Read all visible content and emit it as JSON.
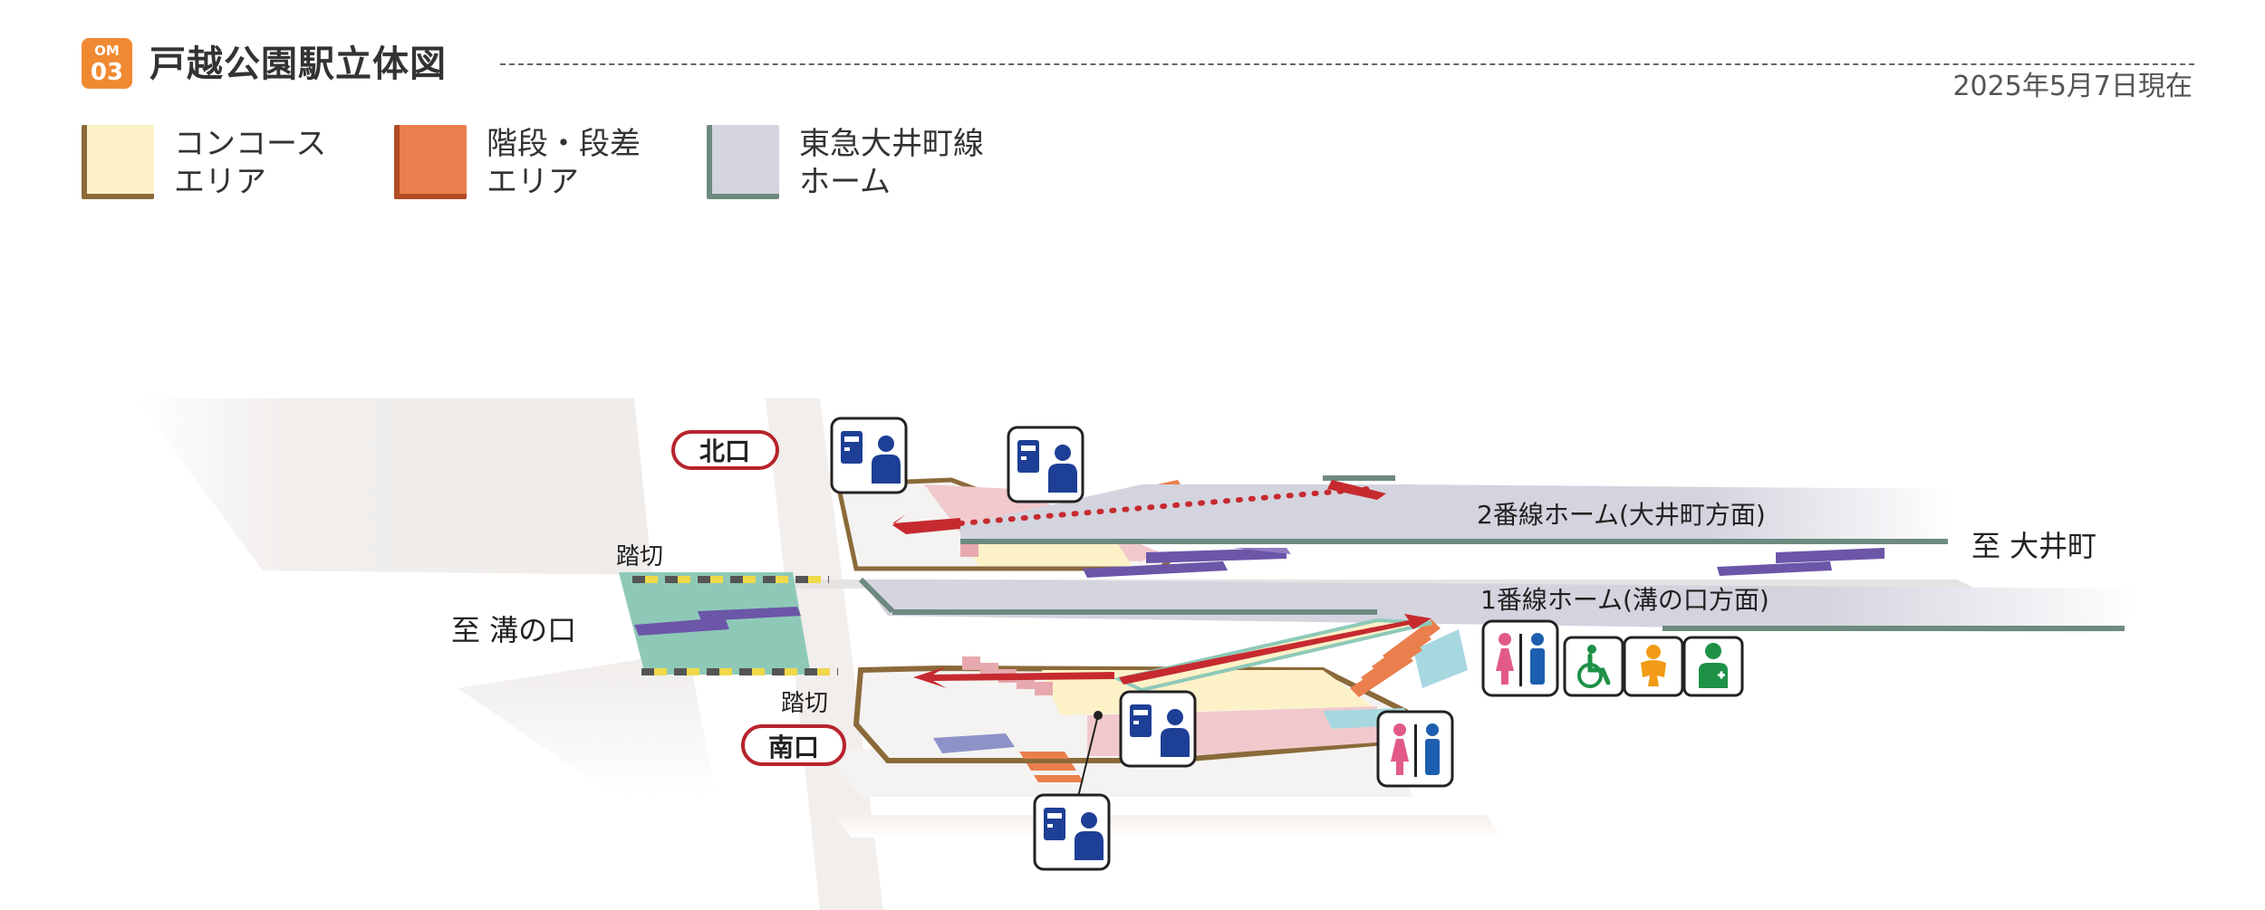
{
  "header": {
    "line_code": "OM",
    "station_number": "03",
    "title": "戸越公園駅立体図",
    "as_of_date": "2025年5月7日現在"
  },
  "legend": [
    {
      "label_line1": "コンコース",
      "label_line2": "エリア",
      "color": "#fdf1c8",
      "edge_color": "#8b6a3a"
    },
    {
      "label_line1": "階段・段差",
      "label_line2": "エリア",
      "color": "#ea7f4d",
      "edge_color": "#b24b26"
    },
    {
      "label_line1": "東急大井町線",
      "label_line2": "ホーム",
      "color": "#d3d4de",
      "edge_color": "#6e8a80"
    }
  ],
  "diagram": {
    "north_exit": "北口",
    "south_exit": "南口",
    "crossing_top": "踏切",
    "crossing_bottom": "踏切",
    "to_mizonokuchi": "至 溝の口",
    "to_oimachi": "至 大井町",
    "platform_2": "2番線ホーム(大井町方面)",
    "platform_1": "1番線ホーム(溝の口方面)"
  },
  "icons": [
    "ticket-machine-icon",
    "restroom-icon",
    "wheelchair-accessible-icon",
    "baby-care-icon",
    "first-aid-room-icon"
  ],
  "colors": {
    "accent_orange": "#f08a32",
    "exit_red": "#b8232c",
    "route_red": "#c62a2f",
    "train_purple": "#6b56a8",
    "crossing_green": "#8ec9b8",
    "platform_gray": "#d3d4de",
    "wheelchair_green": "#1e9146",
    "baby_orange": "#f19b16",
    "first_aid_green": "#1e9146",
    "ticket_blue": "#1d3f95",
    "female_pink": "#e25a8a",
    "male_blue": "#1d5fae"
  }
}
